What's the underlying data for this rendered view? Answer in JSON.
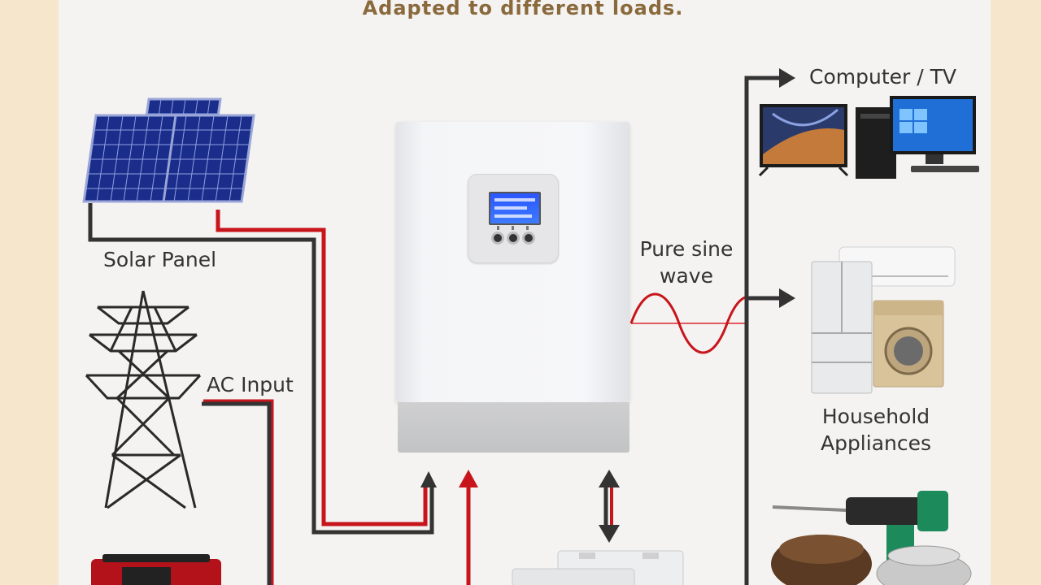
{
  "headline": "Adapted to different loads.",
  "labels": {
    "solar_panel": "Solar Panel",
    "ac_input": "AC Input",
    "sine_wave_line1": "Pure sine",
    "sine_wave_line2": "wave",
    "computer_tv": "Computer / TV",
    "household_line1": "Household",
    "household_line2": "Appliances"
  },
  "colors": {
    "headline": "#8a6a3c",
    "wire_red": "#c8151b",
    "wire_black": "#333333",
    "background_outer": "#f6e7cc",
    "background_card": "#f4f3f2"
  }
}
